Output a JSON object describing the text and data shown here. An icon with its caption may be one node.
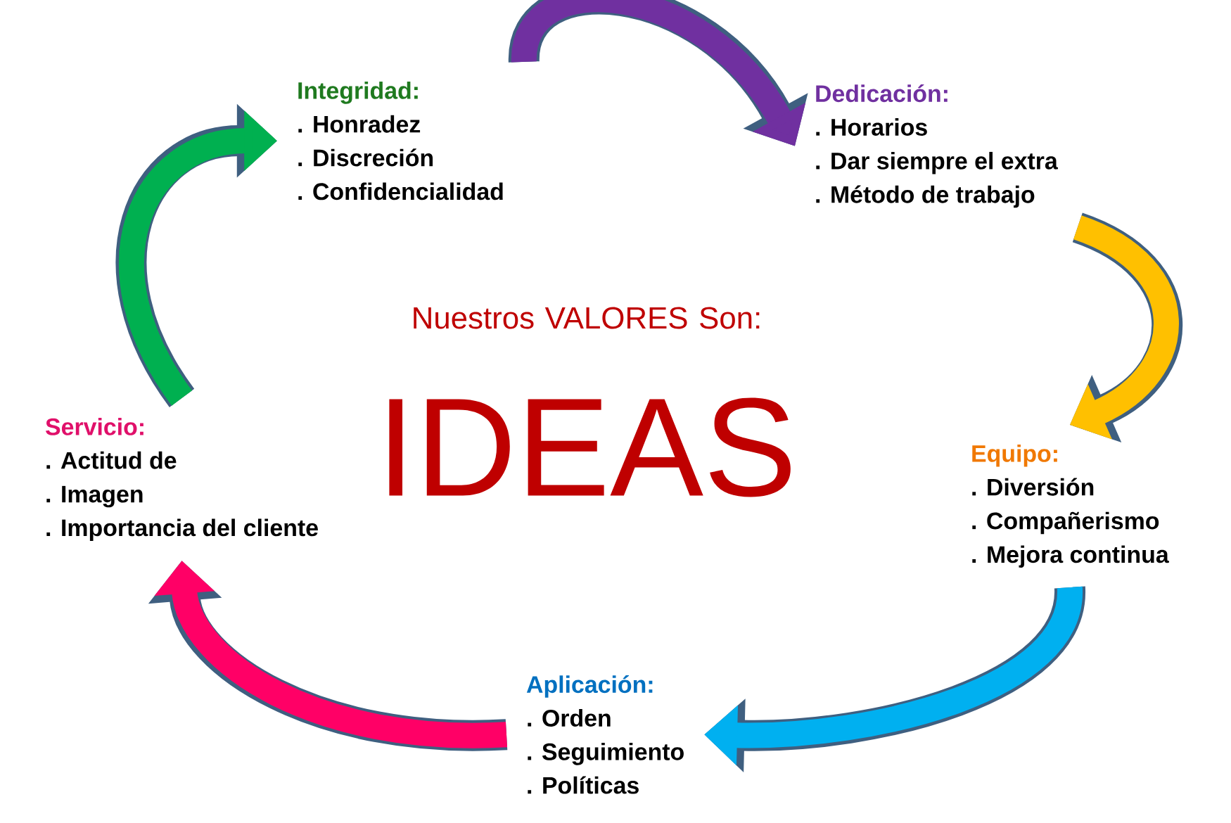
{
  "diagram": {
    "nodes": [
      {
        "text": [
          "Integridad:",
          ". Honradez",
          ". Discreción",
          ". Confidencialidad"
        ]
      },
      {
        "text": [
          "Dedicación:",
          ". Horarios",
          ". Dar siempre el extra",
          ". Método de trabajo"
        ]
      },
      {
        "text": [
          "Equipo:",
          ". Diversión",
          ". Compañerismo",
          ". Mejora continua"
        ]
      },
      {
        "text": [
          "Aplicación:",
          ". Orden",
          ". Seguimiento",
          ". Políticas"
        ]
      },
      {
        "text": [
          "Servicio:",
          ". Actitud de",
          ". Imagen",
          ". Importancia del cliente"
        ]
      }
    ],
    "edges": [
      {
        "from": 0,
        "to": 1,
        "arrow": "to",
        "color": "#7030a0"
      },
      {
        "from": 1,
        "to": 2,
        "arrow": "to",
        "color": "#ffc000"
      },
      {
        "from": 2,
        "to": 3,
        "arrow": "to",
        "color": "#00b0f0"
      },
      {
        "from": 3,
        "to": 4,
        "arrow": "to",
        "color": "#ff0066"
      },
      {
        "from": 4,
        "to": 0,
        "arrow": "to",
        "color": "#00b050"
      }
    ],
    "labels": [
      "Nuestros VALORES Son:",
      "IDEAS"
    ]
  }
}
